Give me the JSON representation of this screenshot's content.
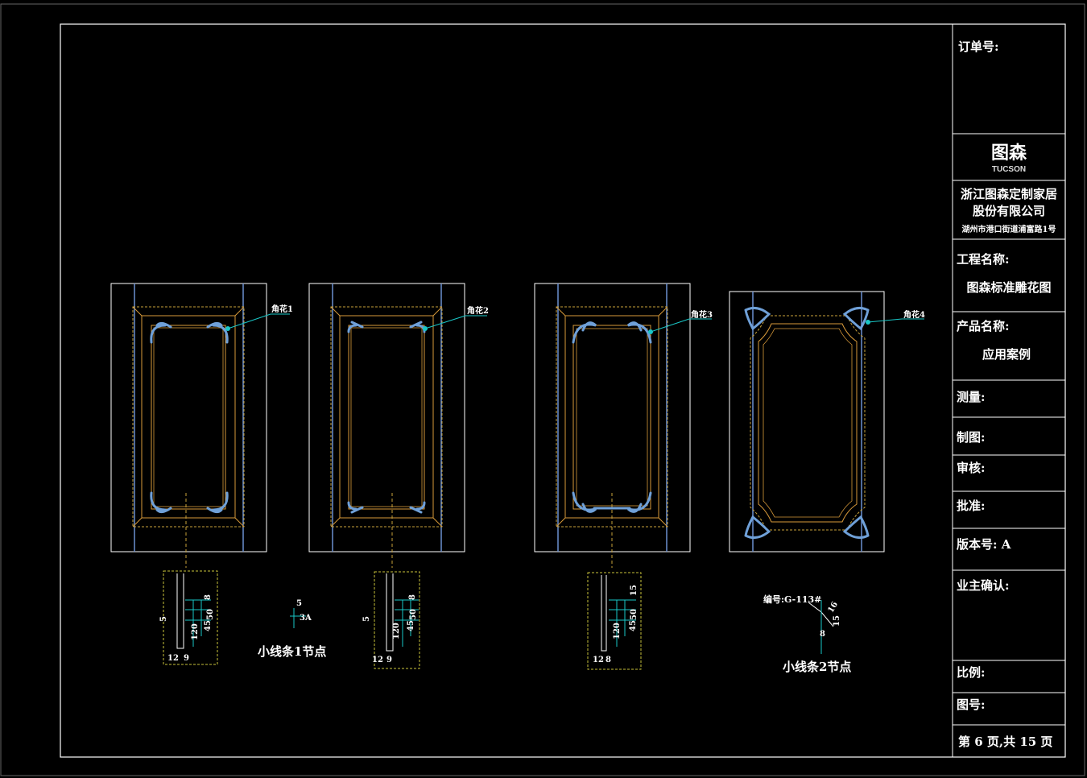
{
  "title_block": {
    "order_label": "订单号:",
    "logo_cn": "图森",
    "logo_en": "TUCSON",
    "company_line1": "浙江图森定制家居",
    "company_line2": "股份有限公司",
    "address": "湖州市港口街道浦富路1号",
    "project_label": "工程名称:",
    "project_value": "图森标准雕花图",
    "product_label": "产品名称:",
    "product_value": "应用案例",
    "survey_label": "测量:",
    "drawn_label": "制图:",
    "check_label": "审核:",
    "approve_label": "批准:",
    "version_label": "版本号: A",
    "owner_label": "业主确认:",
    "scale_label": "比例:",
    "drawing_no_label": "图号:",
    "page_label": "第 6 页,共 15 页"
  },
  "callouts": [
    "角花1",
    "角花2",
    "角花3",
    "角花4"
  ],
  "details": {
    "node1_label": "小线条1节点",
    "node2_label": "小线条2节点",
    "node2_code": "编号:G-113#",
    "dims_a": [
      "12",
      "9",
      "120",
      "45",
      "50",
      "8",
      "5"
    ],
    "dims_b": [
      "12",
      "9",
      "120",
      "45",
      "50",
      "8",
      "5"
    ],
    "dims_c": [
      "12",
      "8",
      "120",
      "45",
      "50",
      "15"
    ],
    "small1": [
      "5",
      "3A"
    ],
    "small2": [
      "16",
      "15",
      "8"
    ]
  },
  "colors": {
    "frame": "#ffffff",
    "panel_line": "#d89a3a",
    "dash": "#c8a23a",
    "carving": "#6fa0d8",
    "leader": "#19c7c7",
    "stile": "#6a8fd0",
    "dim": "#19c7c7",
    "detail_box": "#c8c23a"
  }
}
